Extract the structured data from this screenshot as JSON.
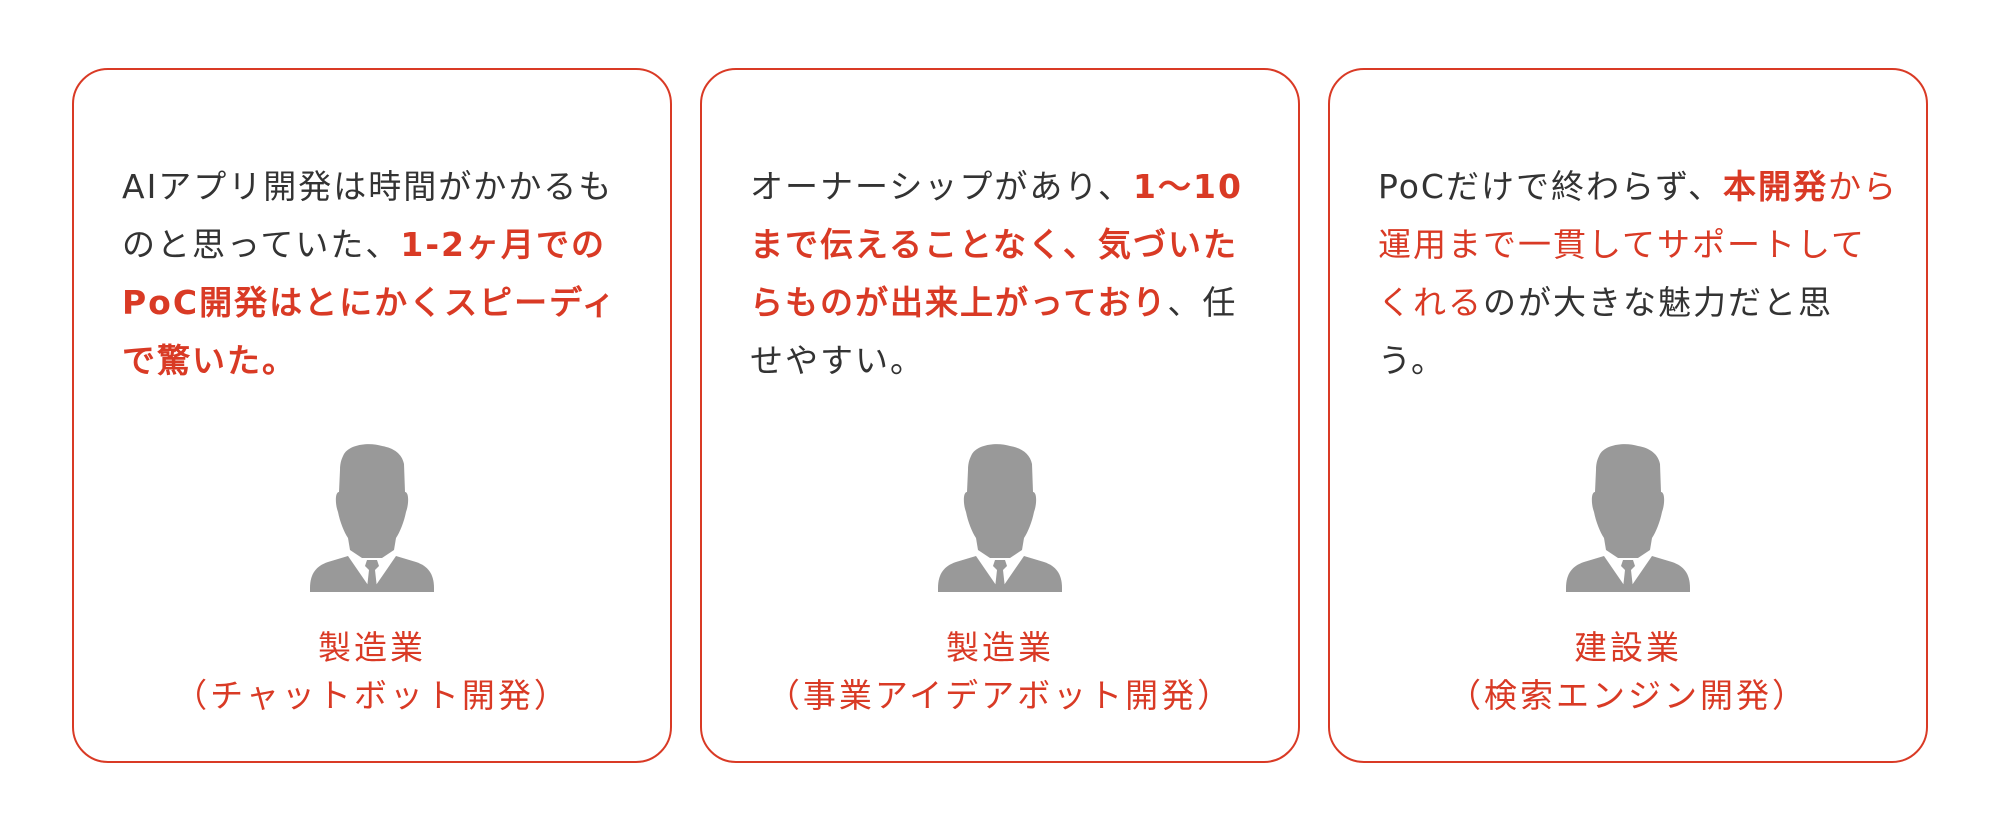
{
  "colors": {
    "accent": "#d93a25",
    "text": "#333333",
    "avatar": "#999999",
    "border": "#d93a25",
    "background": "#ffffff"
  },
  "testimonials": [
    {
      "quote_segments": [
        {
          "text": "AIアプリ開発は時間がかかるものと思っていた、",
          "style": "normal"
        },
        {
          "text": "1-2ヶ月でのPoC開発はとにかくスピーディで驚いた。",
          "style": "highlight-bold"
        }
      ],
      "avatar_icon": "businessman-silhouette-icon",
      "industry": "製造業",
      "project": "（チャットボット開発）"
    },
    {
      "quote_segments": [
        {
          "text": "オーナーシップがあり、",
          "style": "normal"
        },
        {
          "text": "1〜10まで伝えることなく、気づいたらものが出来上がっており",
          "style": "highlight-bold"
        },
        {
          "text": "、任せやすい。",
          "style": "normal"
        }
      ],
      "avatar_icon": "businessman-silhouette-icon",
      "industry": "製造業",
      "project": "（事業アイデアボット開発）"
    },
    {
      "quote_segments": [
        {
          "text": "PoCだけで終わらず、",
          "style": "normal"
        },
        {
          "text": "本開発",
          "style": "highlight-bold"
        },
        {
          "text": "から運用まで一貫してサポートしてくれる",
          "style": "highlight"
        },
        {
          "text": "のが大きな魅力だと思う。",
          "style": "normal"
        }
      ],
      "avatar_icon": "businessman-silhouette-icon",
      "industry": "建設業",
      "project": "（検索エンジン開発）"
    }
  ]
}
